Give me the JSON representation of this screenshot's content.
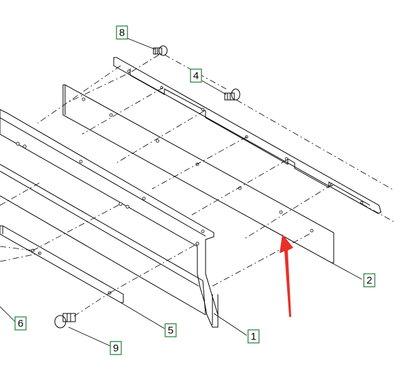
{
  "diagram": {
    "callouts": [
      {
        "id": "8",
        "label": "8"
      },
      {
        "id": "4",
        "label": "4"
      },
      {
        "id": "2",
        "label": "2"
      },
      {
        "id": "1",
        "label": "1"
      },
      {
        "id": "5",
        "label": "5"
      },
      {
        "id": "6",
        "label": "6"
      },
      {
        "id": "9",
        "label": "9"
      }
    ],
    "colors": {
      "line": "#000000",
      "callout_border": "#1f7a2e",
      "arrow": "#e8302a",
      "background": "#ffffff"
    }
  }
}
